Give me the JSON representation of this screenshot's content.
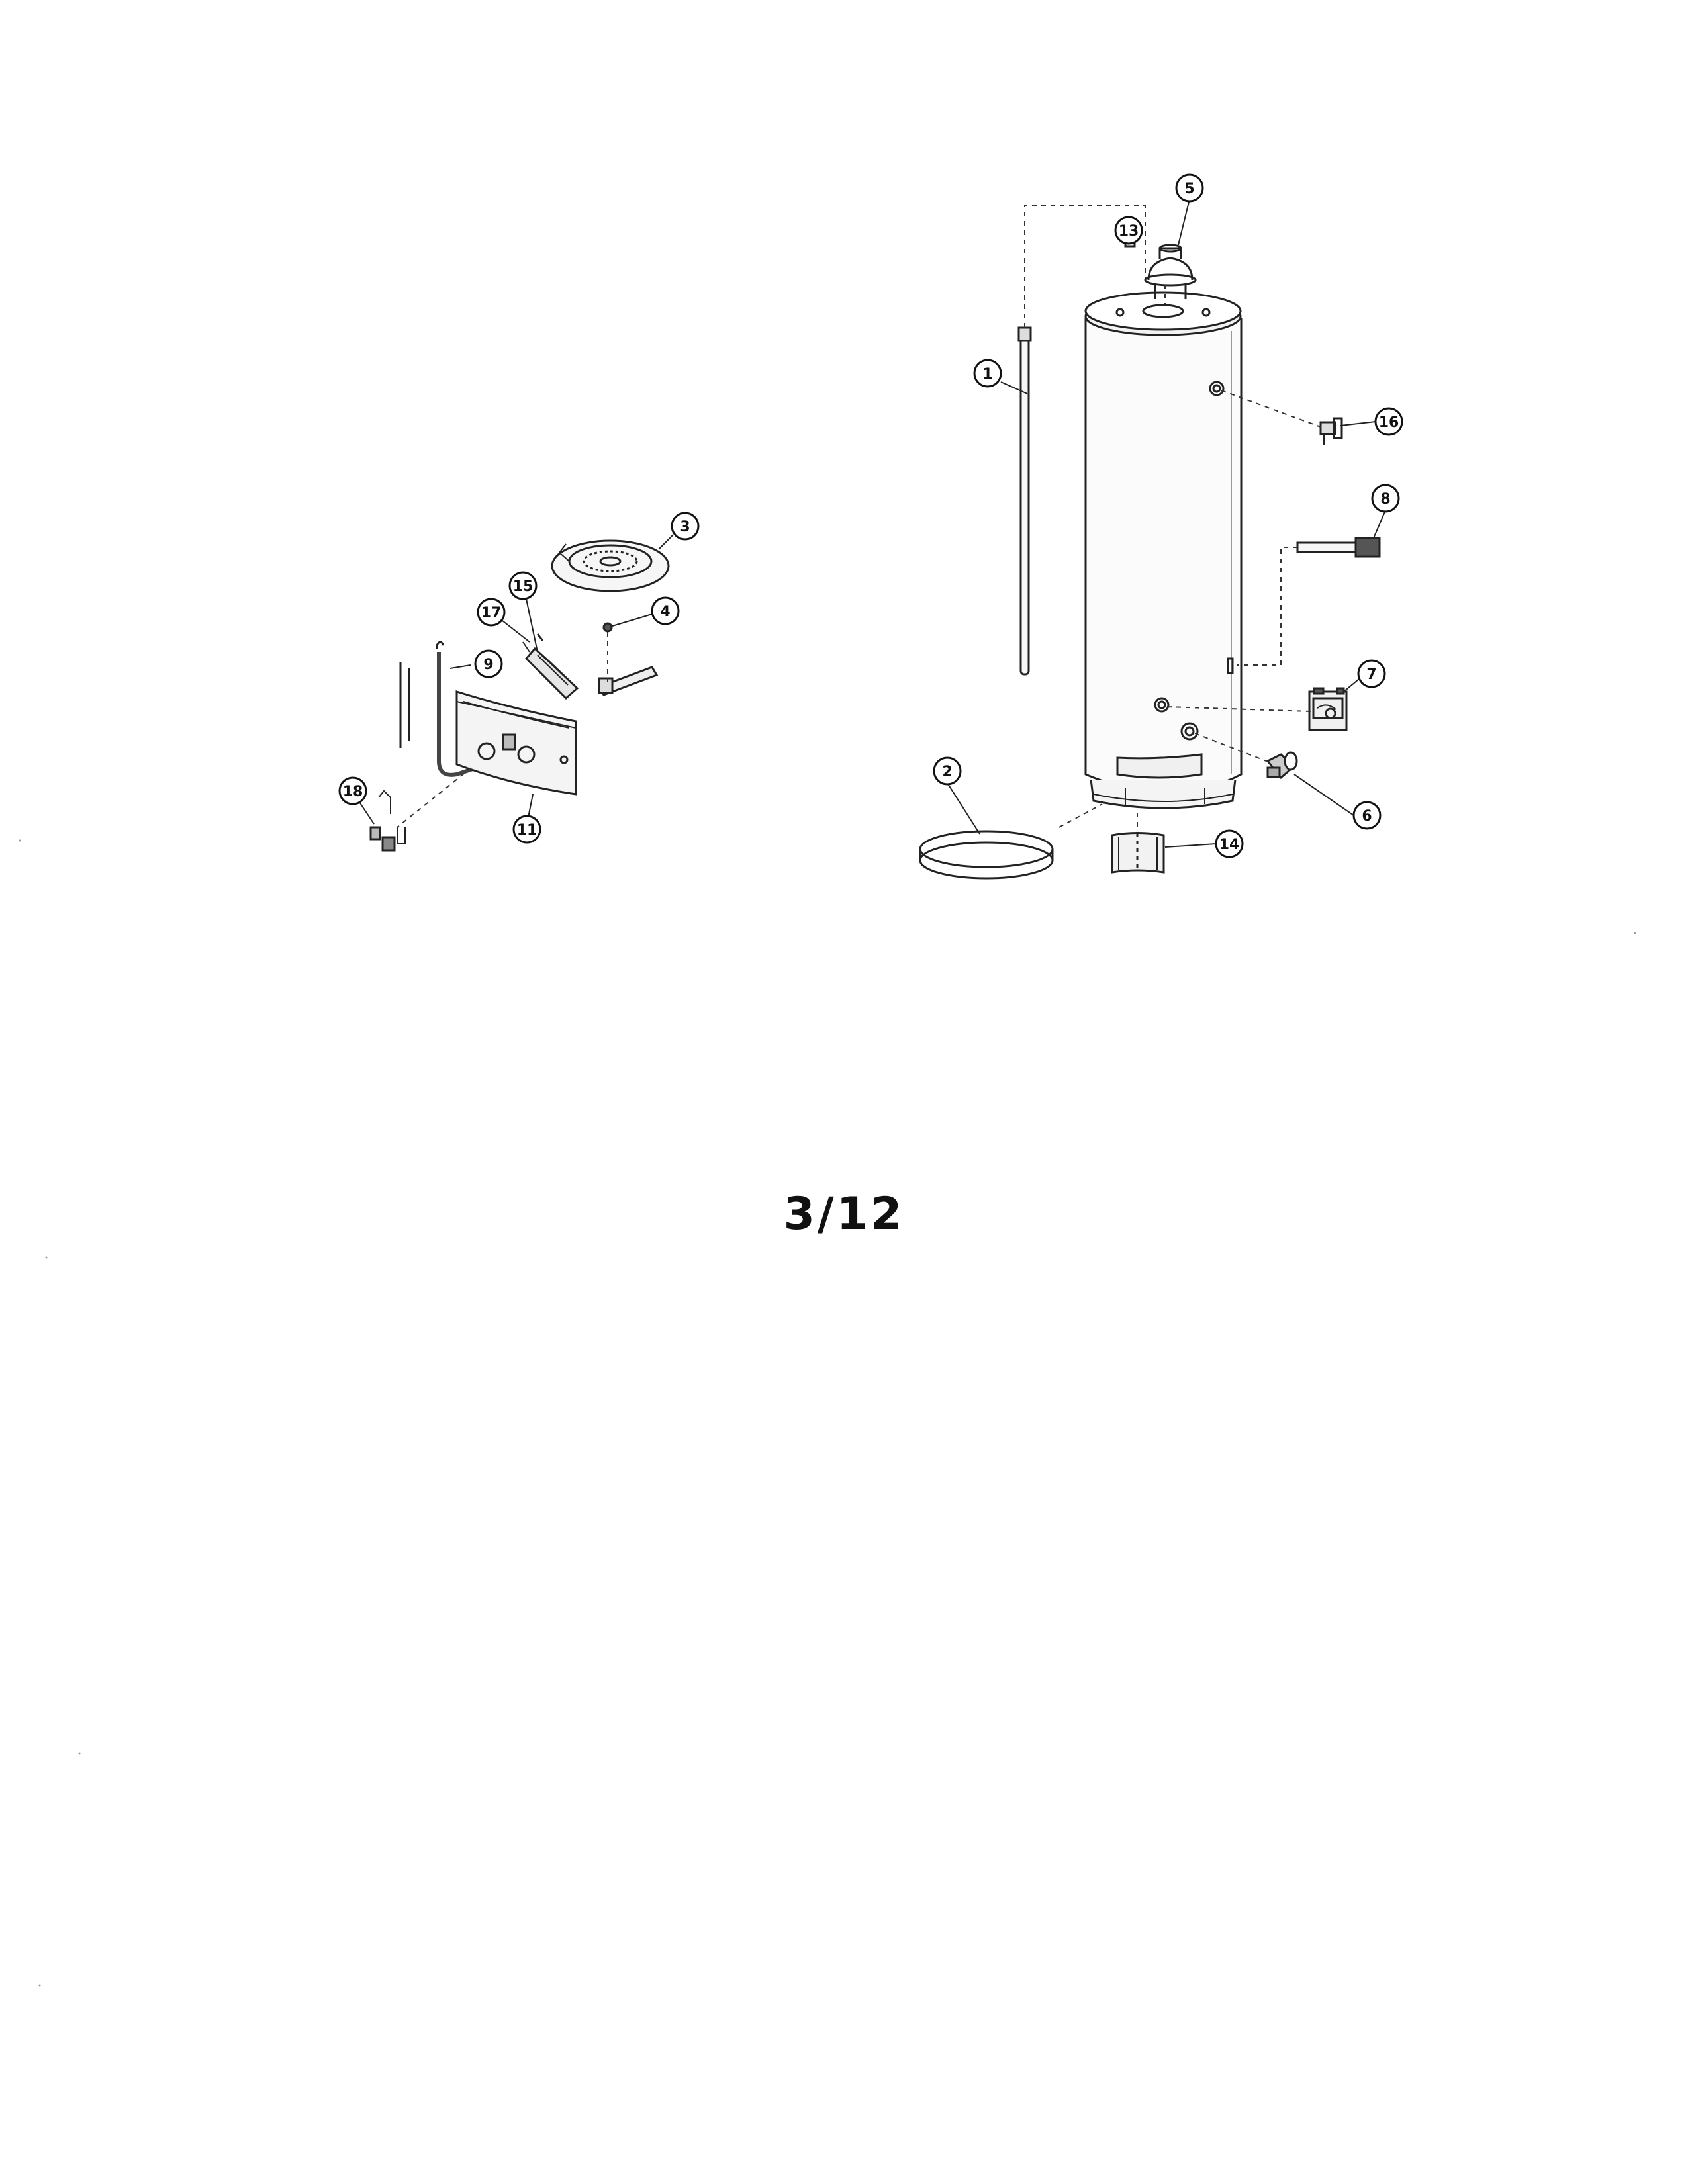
{
  "page": {
    "number": "3/12"
  },
  "callouts": [
    {
      "id": "c1",
      "label": "1"
    },
    {
      "id": "c2",
      "label": "2"
    },
    {
      "id": "c3",
      "label": "3"
    },
    {
      "id": "c4",
      "label": "4"
    },
    {
      "id": "c5",
      "label": "5"
    },
    {
      "id": "c6",
      "label": "6"
    },
    {
      "id": "c7",
      "label": "7"
    },
    {
      "id": "c8",
      "label": "8"
    },
    {
      "id": "c9",
      "label": "9"
    },
    {
      "id": "c11",
      "label": "11"
    },
    {
      "id": "c13",
      "label": "13"
    },
    {
      "id": "c14",
      "label": "14"
    },
    {
      "id": "c15",
      "label": "15"
    },
    {
      "id": "c16",
      "label": "16"
    },
    {
      "id": "c17",
      "label": "17"
    },
    {
      "id": "c18",
      "label": "18"
    }
  ]
}
